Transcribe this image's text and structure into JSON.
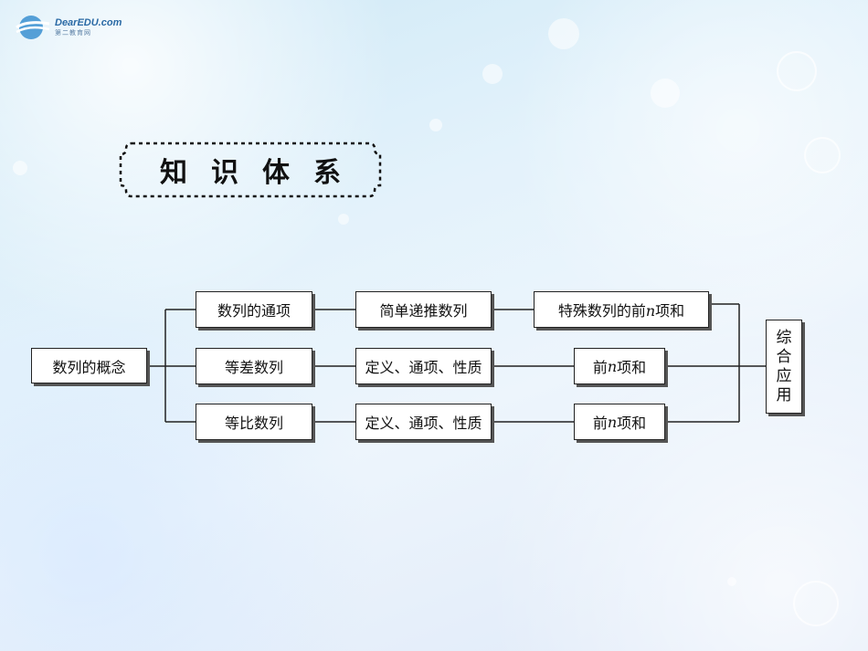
{
  "logo": {
    "brand": "DearEDU.com",
    "tagline": "第二教育网"
  },
  "title": "知识体系",
  "diagram": {
    "root": "数列的概念",
    "rows": [
      {
        "topic": "数列的通项",
        "method": "简单递推数列",
        "result": "特殊数列的前n项和"
      },
      {
        "topic": "等差数列",
        "method": "定义、通项、性质",
        "result": "前n项和"
      },
      {
        "topic": "等比数列",
        "method": "定义、通项、性质",
        "result": "前n项和"
      }
    ],
    "final_chars": [
      "综",
      "合",
      "应",
      "用"
    ]
  }
}
